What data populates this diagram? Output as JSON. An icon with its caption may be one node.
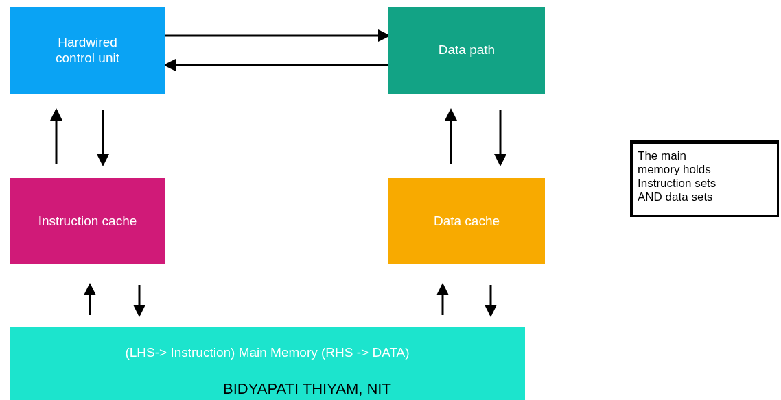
{
  "diagram": {
    "nodes": [
      {
        "text": [
          "Hardwired control unit"
        ]
      },
      {
        "text": [
          "Data path"
        ]
      },
      {
        "text": [
          "Instruction cache"
        ]
      },
      {
        "text": [
          "Data cache"
        ]
      },
      {
        "text": [
          "(LHS-> Instruction) Main Memory (RHS -> DATA)"
        ]
      },
      {
        "text": [
          "The main memory holds Instruction sets AND data sets"
        ]
      }
    ],
    "edges": [
      {
        "from": 0,
        "to": 1,
        "arrow": "to"
      },
      {
        "from": 1,
        "to": 0,
        "arrow": "to"
      },
      {
        "from": 2,
        "to": 0,
        "arrow": "to"
      },
      {
        "from": 0,
        "to": 2,
        "arrow": "to"
      },
      {
        "from": 3,
        "to": 1,
        "arrow": "to"
      },
      {
        "from": 1,
        "to": 3,
        "arrow": "to"
      },
      {
        "from": 4,
        "to": 2,
        "arrow": "to"
      },
      {
        "from": 2,
        "to": 4,
        "arrow": "to"
      },
      {
        "from": 4,
        "to": 3,
        "arrow": "to"
      },
      {
        "from": 3,
        "to": 4,
        "arrow": "to"
      }
    ],
    "labels": [
      "BIDYAPATI THIYAM, NIT"
    ]
  }
}
